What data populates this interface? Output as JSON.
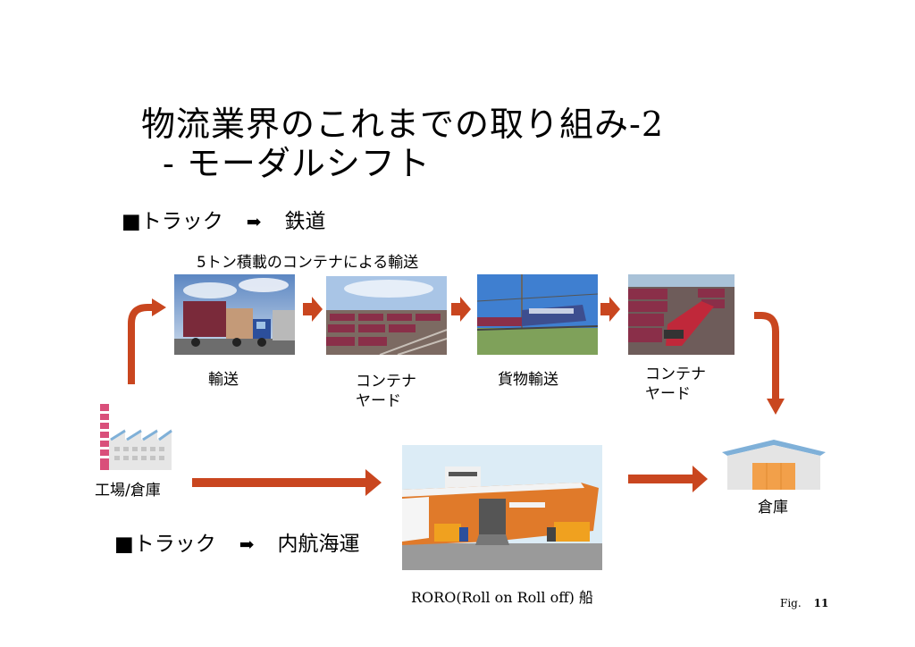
{
  "title": {
    "line1": "物流業界のこれまでの取り組み-2",
    "line2": "- モーダルシフト"
  },
  "rail_route": {
    "bullet": "■",
    "from": "トラック",
    "arrow": "➡",
    "to": "鉄道",
    "subtitle": "5トン積載のコンテナによる輸送",
    "steps": [
      {
        "caption_lines": [
          "輸送"
        ]
      },
      {
        "caption_lines": [
          "コンテナ",
          "ヤード"
        ]
      },
      {
        "caption_lines": [
          "貨物輸送"
        ]
      },
      {
        "caption_lines": [
          "コンテナ",
          "ヤード"
        ]
      }
    ]
  },
  "sea_route": {
    "bullet": "■",
    "from": "トラック",
    "arrow": "➡",
    "to": "内航海運",
    "ship_caption": "RORO(Roll on Roll off) 船"
  },
  "origin_label": "工場/倉庫",
  "destination_label": "倉庫",
  "footer": {
    "fig_label": "Fig.",
    "page": "11"
  },
  "colors": {
    "arrow": "#c9461f",
    "factory_stripe": "#d94f7a",
    "warehouse_roof": "#7fb0d8",
    "warehouse_door": "#f2a04a"
  }
}
